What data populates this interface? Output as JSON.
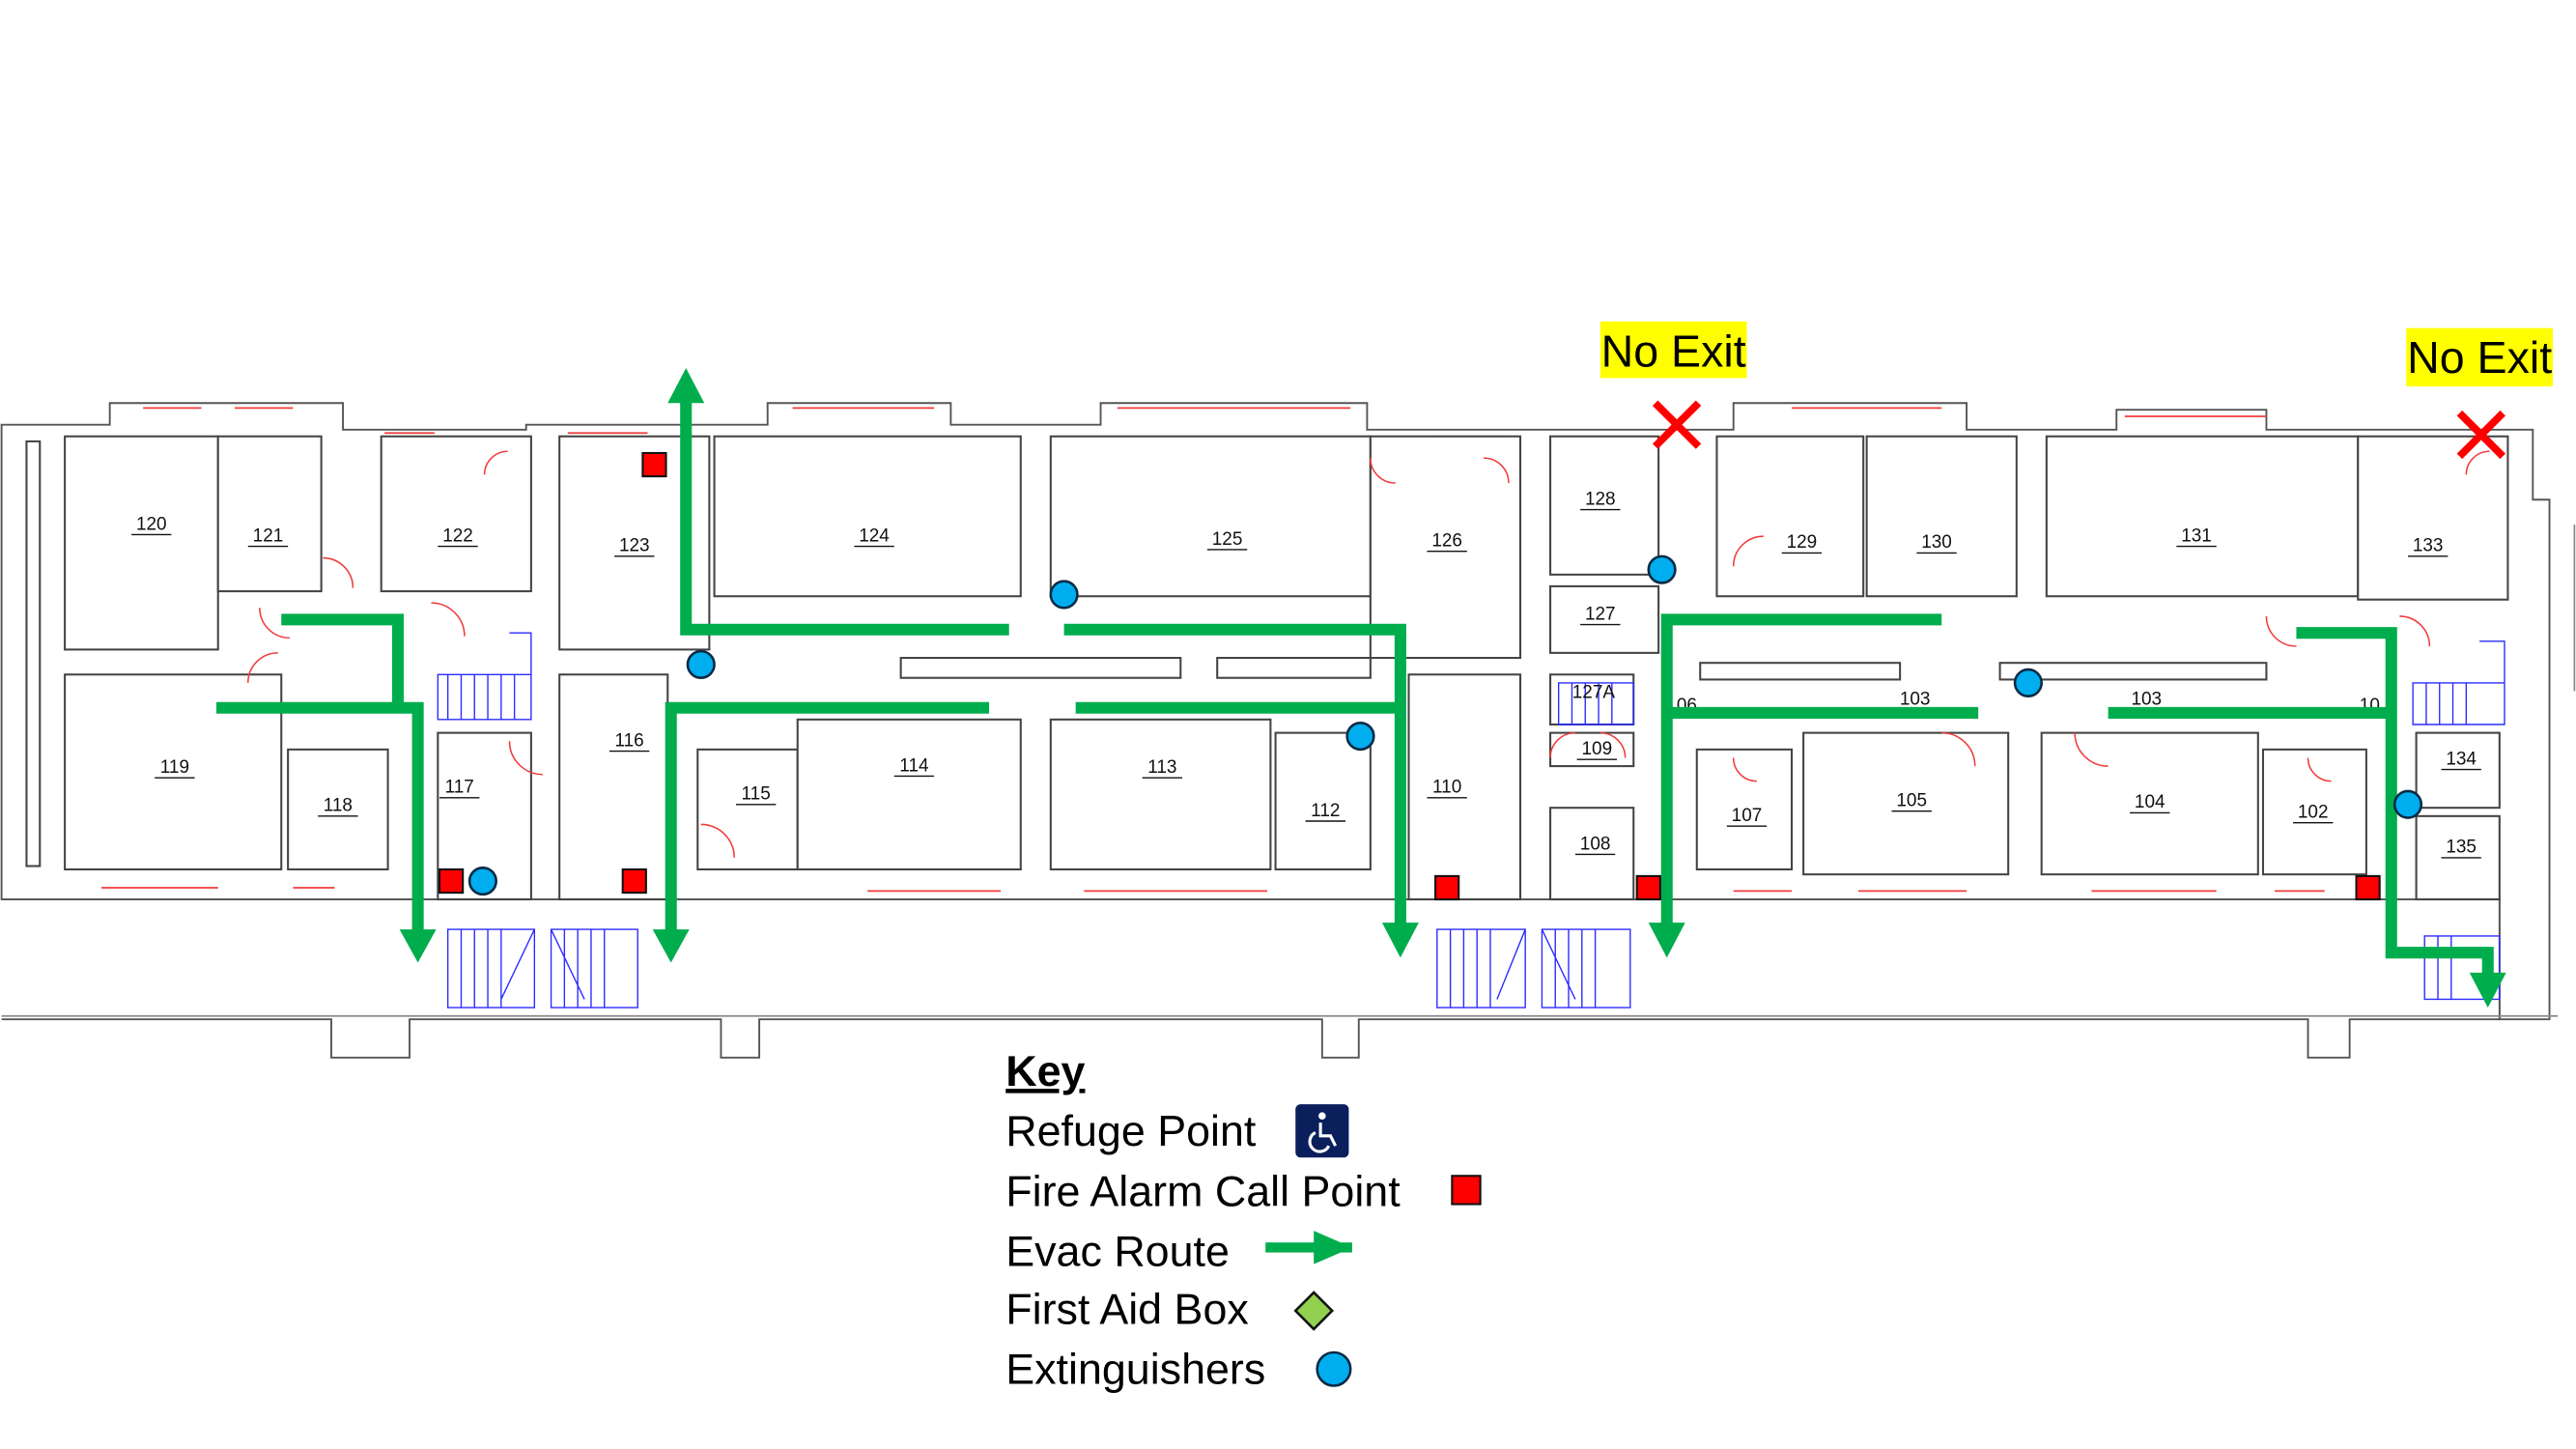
{
  "rooms": [
    "120",
    "121",
    "122",
    "123",
    "124",
    "125",
    "126",
    "128",
    "127",
    "127A",
    "129",
    "130",
    "131",
    "133",
    "119",
    "118",
    "117",
    "116",
    "115",
    "114",
    "113",
    "112",
    "110",
    "109",
    "108",
    "06",
    "103",
    "103",
    "10",
    "107",
    "105",
    "104",
    "102",
    "134",
    "135"
  ],
  "no_exit_labels": [
    "No Exit",
    "No Exit"
  ],
  "key": {
    "title": "Key",
    "items": [
      {
        "label": "Refuge Point",
        "icon": "wheelchair-icon"
      },
      {
        "label": "Fire Alarm Call Point",
        "icon": "red-square-icon"
      },
      {
        "label": "Evac Route",
        "icon": "green-arrow-icon"
      },
      {
        "label": "First Aid Box",
        "icon": "green-diamond-icon"
      },
      {
        "label": "Extinguishers",
        "icon": "blue-circle-icon"
      }
    ]
  },
  "colors": {
    "evac_route": "#00ad4d",
    "fire_alarm": "#ff0000",
    "extinguisher": "#00aeef",
    "no_exit_highlight": "#ffff00",
    "refuge": "#0a1f5c",
    "first_aid": "#92d050"
  }
}
